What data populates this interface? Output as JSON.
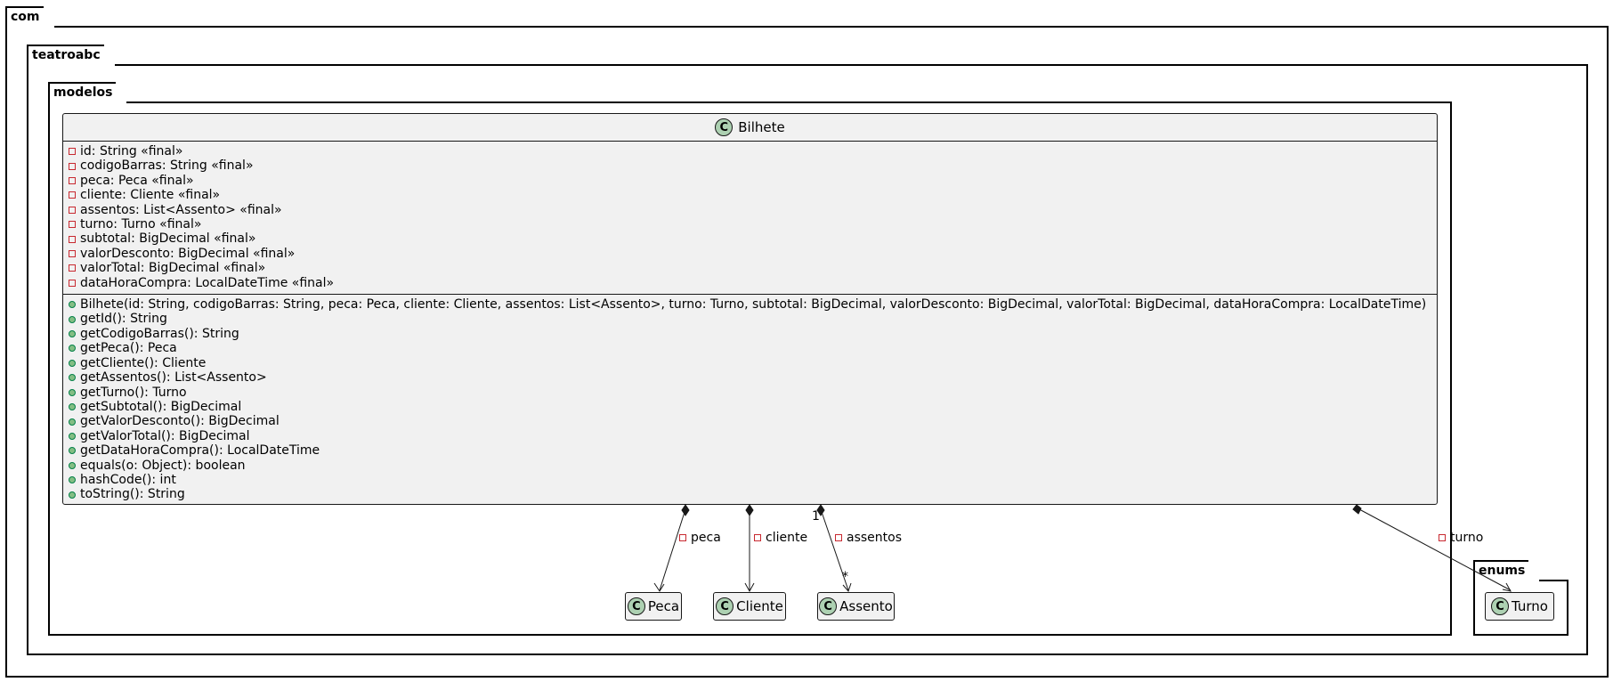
{
  "packages": {
    "com": "com",
    "teatroabc": "teatroabc",
    "modelos": "modelos",
    "enums": "enums"
  },
  "classes": {
    "bilhete": {
      "name": "Bilhete",
      "icon": "C",
      "fields": [
        "id: String «final»",
        "codigoBarras: String «final»",
        "peca: Peca «final»",
        "cliente: Cliente «final»",
        "assentos: List<Assento> «final»",
        "turno: Turno «final»",
        "subtotal: BigDecimal «final»",
        "valorDesconto: BigDecimal «final»",
        "valorTotal: BigDecimal «final»",
        "dataHoraCompra: LocalDateTime «final»"
      ],
      "methods": [
        "Bilhete(id: String, codigoBarras: String, peca: Peca, cliente: Cliente, assentos: List<Assento>, turno: Turno, subtotal: BigDecimal, valorDesconto: BigDecimal, valorTotal: BigDecimal, dataHoraCompra: LocalDateTime)",
        "getId(): String",
        "getCodigoBarras(): String",
        "getPeca(): Peca",
        "getCliente(): Cliente",
        "getAssentos(): List<Assento>",
        "getTurno(): Turno",
        "getSubtotal(): BigDecimal",
        "getValorDesconto(): BigDecimal",
        "getValorTotal(): BigDecimal",
        "getDataHoraCompra(): LocalDateTime",
        "equals(o: Object): boolean",
        "hashCode(): int",
        "toString(): String"
      ]
    },
    "peca": {
      "name": "Peca",
      "icon": "C"
    },
    "cliente": {
      "name": "Cliente",
      "icon": "C"
    },
    "assento": {
      "name": "Assento",
      "icon": "C"
    },
    "turno": {
      "name": "Turno",
      "icon": "C"
    }
  },
  "relations": {
    "peca": {
      "label": "peca"
    },
    "cliente": {
      "label": "cliente"
    },
    "assentos": {
      "label": "assentos",
      "source_mult": "1",
      "target_mult": "*"
    },
    "turno": {
      "label": "turno"
    }
  },
  "colors": {
    "class_fill": "#f1f1f1",
    "class_icon": "#add1b2",
    "private_marker": "#c82930",
    "public_marker": "#84be84"
  }
}
